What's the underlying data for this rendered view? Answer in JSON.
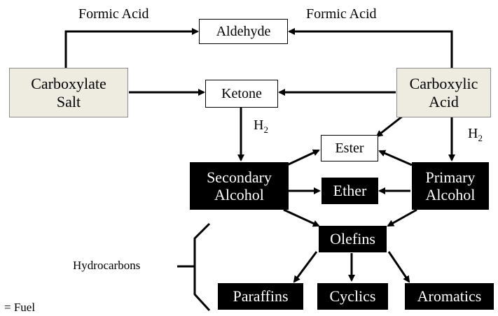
{
  "nodes": {
    "aldehyde": "Aldehyde",
    "ketone": "Ketone",
    "ester": "Ester",
    "carboxylate_salt_line1": "Carboxylate",
    "carboxylate_salt_line2": "Salt",
    "carboxylic_acid_line1": "Carboxylic",
    "carboxylic_acid_line2": "Acid",
    "secondary_alcohol_line1": "Secondary",
    "secondary_alcohol_line2": "Alcohol",
    "primary_alcohol_line1": "Primary",
    "primary_alcohol_line2": "Alcohol",
    "ether": "Ether",
    "olefins": "Olefins",
    "paraffins": "Paraffins",
    "cyclics": "Cyclics",
    "aromatics": "Aromatics"
  },
  "labels": {
    "formic_acid_left": "Formic Acid",
    "formic_acid_right": "Formic Acid",
    "h2_main": "H",
    "h2_sub": "2",
    "hydrocarbons": "Hydrocarbons",
    "legend_fuel": "= Fuel"
  },
  "colors": {
    "fuel_fill": "#000000",
    "feed_fill": "#eeece1",
    "intermediate_fill": "#ffffff"
  }
}
